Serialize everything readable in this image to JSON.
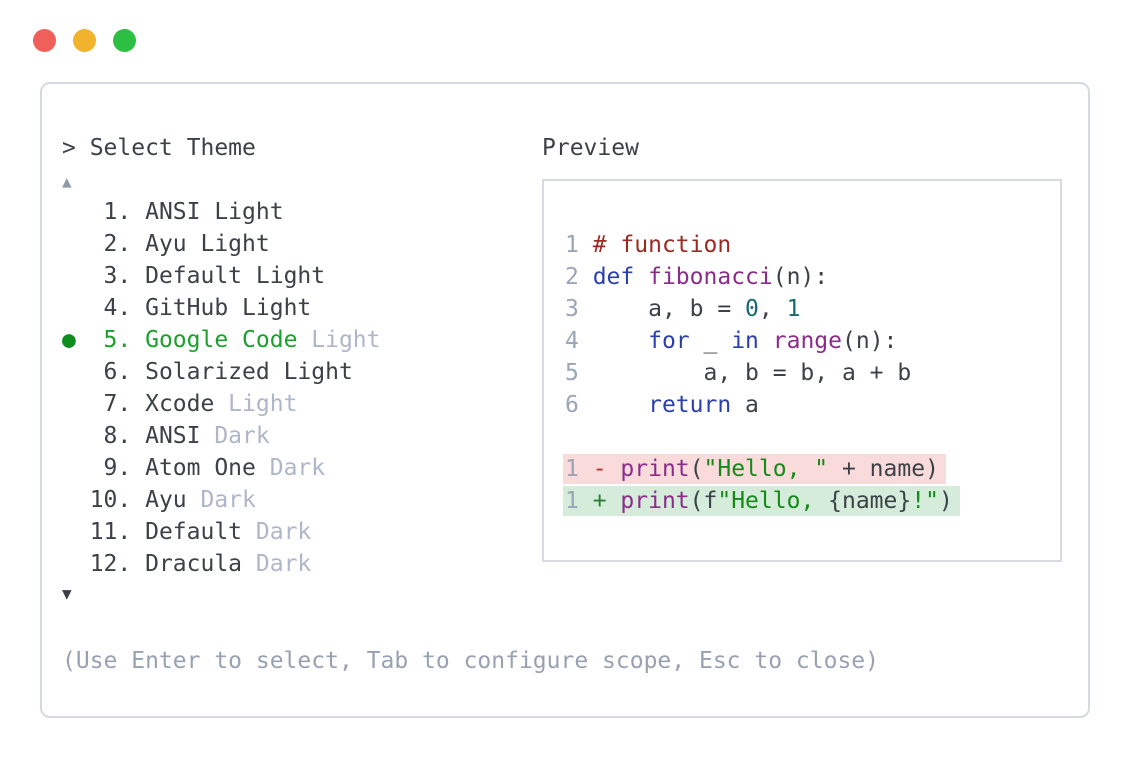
{
  "window": {
    "traffic_lights": [
      {
        "name": "close",
        "color": "#f0605a"
      },
      {
        "name": "minimize",
        "color": "#f1b22e"
      },
      {
        "name": "maximize",
        "color": "#2dbe44"
      }
    ]
  },
  "picker": {
    "title": "> Select Theme",
    "scroll_up_glyph": "▲",
    "scroll_down_glyph": "▼",
    "bullet_glyph": "●",
    "items": [
      {
        "number": "1",
        "name": "ANSI",
        "suffix": "Light",
        "suffix_muted": false,
        "selected": false
      },
      {
        "number": "2",
        "name": "Ayu",
        "suffix": "Light",
        "suffix_muted": false,
        "selected": false
      },
      {
        "number": "3",
        "name": "Default",
        "suffix": "Light",
        "suffix_muted": false,
        "selected": false
      },
      {
        "number": "4",
        "name": "GitHub",
        "suffix": "Light",
        "suffix_muted": false,
        "selected": false
      },
      {
        "number": "5",
        "name": "Google Code",
        "suffix": "Light",
        "suffix_muted": true,
        "selected": true
      },
      {
        "number": "6",
        "name": "Solarized",
        "suffix": "Light",
        "suffix_muted": false,
        "selected": false
      },
      {
        "number": "7",
        "name": "Xcode",
        "suffix": "Light",
        "suffix_muted": true,
        "selected": false
      },
      {
        "number": "8",
        "name": "ANSI",
        "suffix": "Dark",
        "suffix_muted": true,
        "selected": false
      },
      {
        "number": "9",
        "name": "Atom One",
        "suffix": "Dark",
        "suffix_muted": true,
        "selected": false
      },
      {
        "number": "10",
        "name": "Ayu",
        "suffix": "Dark",
        "suffix_muted": true,
        "selected": false
      },
      {
        "number": "11",
        "name": "Default",
        "suffix": "Dark",
        "suffix_muted": true,
        "selected": false
      },
      {
        "number": "12",
        "name": "Dracula",
        "suffix": "Dark",
        "suffix_muted": true,
        "selected": false
      }
    ],
    "footer_hint": "(Use Enter to select, Tab to configure scope, Esc to close)"
  },
  "preview": {
    "title": "Preview",
    "code_lines": [
      {
        "ln": "1",
        "segments": [
          [
            "# function",
            "comment"
          ]
        ]
      },
      {
        "ln": "2",
        "segments": [
          [
            "def",
            "keyword"
          ],
          [
            " ",
            "plain"
          ],
          [
            "fibonacci",
            "func"
          ],
          [
            "(n):",
            "plain"
          ]
        ]
      },
      {
        "ln": "3",
        "segments": [
          [
            "    a, b = ",
            "plain"
          ],
          [
            "0",
            "literal"
          ],
          [
            ", ",
            "plain"
          ],
          [
            "1",
            "literal"
          ]
        ]
      },
      {
        "ln": "4",
        "segments": [
          [
            "    ",
            "plain"
          ],
          [
            "for",
            "keyword"
          ],
          [
            " _ ",
            "plain"
          ],
          [
            "in",
            "keyword"
          ],
          [
            " ",
            "plain"
          ],
          [
            "range",
            "func"
          ],
          [
            "(n):",
            "plain"
          ]
        ]
      },
      {
        "ln": "5",
        "segments": [
          [
            "        a, b = b, a + b",
            "plain"
          ]
        ]
      },
      {
        "ln": "6",
        "segments": [
          [
            "    ",
            "plain"
          ],
          [
            "return",
            "keyword"
          ],
          [
            " a",
            "plain"
          ]
        ]
      }
    ],
    "diff_lines": [
      {
        "ln": "1",
        "kind": "removed",
        "segments": [
          [
            "- ",
            "minus"
          ],
          [
            "print",
            "func"
          ],
          [
            "(",
            "plain"
          ],
          [
            "\"Hello, \"",
            "string"
          ],
          [
            " + name)",
            "plain"
          ]
        ]
      },
      {
        "ln": "1",
        "kind": "added",
        "segments": [
          [
            "+ ",
            "plus"
          ],
          [
            "print",
            "func"
          ],
          [
            "(f",
            "plain"
          ],
          [
            "\"Hello, ",
            "string"
          ],
          [
            "{name}",
            "plain"
          ],
          [
            "!\"",
            "string"
          ],
          [
            ")",
            "plain"
          ]
        ]
      }
    ]
  },
  "colors": {
    "selected_green": "#1ba02e",
    "bullet_green": "#0f8c1e",
    "muted_gray": "#aeb6c9",
    "text_dark": "#3c4147",
    "line_number": "#9aa5b8",
    "diff_removed_bg": "#f9dbdb",
    "diff_added_bg": "#d4ecd9",
    "comment": "#9a2a22",
    "keyword": "#2a3fae",
    "function": "#8b2c8b",
    "string": "#148a19",
    "literal": "#146a6d",
    "panel_border": "#d5d9e0"
  }
}
